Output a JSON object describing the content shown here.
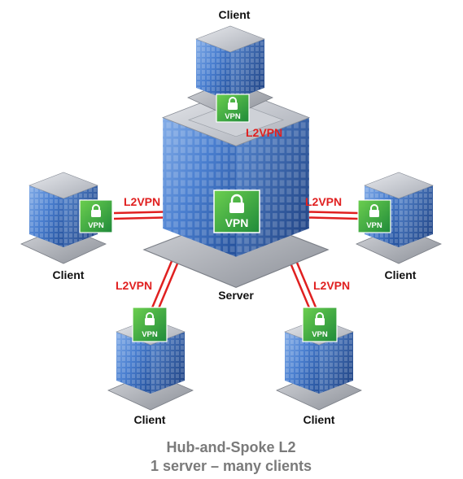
{
  "diagram": {
    "server": {
      "label": "Server",
      "badge": "VPN"
    },
    "clients": [
      {
        "id": "top",
        "label": "Client",
        "badge": "VPN",
        "link_label": "L2VPN"
      },
      {
        "id": "left",
        "label": "Client",
        "badge": "VPN",
        "link_label": "L2VPN"
      },
      {
        "id": "right",
        "label": "Client",
        "badge": "VPN",
        "link_label": "L2VPN"
      },
      {
        "id": "bottom-left",
        "label": "Client",
        "badge": "VPN",
        "link_label": "L2VPN"
      },
      {
        "id": "bottom-right",
        "label": "Client",
        "badge": "VPN",
        "link_label": "L2VPN"
      }
    ],
    "caption": {
      "line1": "Hub-and-Spoke L2",
      "line2": "1 server – many clients"
    },
    "colors": {
      "link": "#e02020",
      "vpn_badge": "#3aa83a",
      "building_face": "#3f78c8",
      "building_side": "#2a5aa8",
      "building_roof": "#c9ccd3",
      "caption": "#7a7a7a"
    }
  }
}
